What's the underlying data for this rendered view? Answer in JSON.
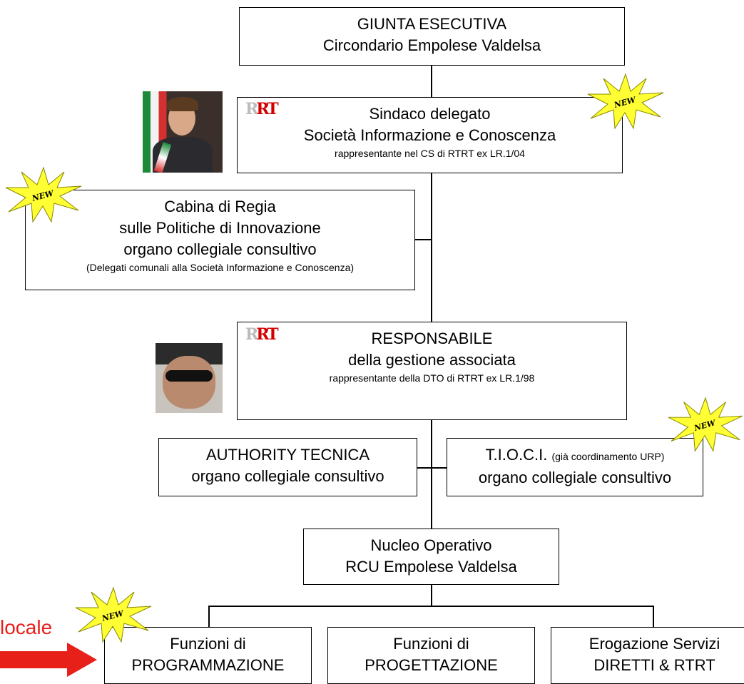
{
  "colors": {
    "line": "#000000",
    "star_fill": "#ffff33",
    "star_stroke": "#888800",
    "arrow": "#e8201a",
    "logo_red": "#d40000",
    "logo_gray": "#bbbbbb"
  },
  "badges": {
    "new_label": "NEW"
  },
  "logo": {
    "text_gray": "R",
    "text_red": "RT"
  },
  "nodes": {
    "giunta": {
      "line1": "GIUNTA ESECUTIVA",
      "line2": "Circondario Empolese Valdelsa"
    },
    "sindaco": {
      "line1": "Sindaco delegato",
      "line2": "Società Informazione e Conoscenza",
      "line3": "rappresentante nel CS di RTRT ex LR.1/04"
    },
    "cabina": {
      "line1": "Cabina di Regia",
      "line2": "sulle Politiche di Innovazione",
      "line3": "organo collegiale consultivo",
      "line4": "(Delegati comunali alla Società Informazione e Conoscenza)"
    },
    "responsabile": {
      "line1": "RESPONSABILE",
      "line2": "della gestione associata",
      "line3": "rappresentante della DTO di RTRT ex LR.1/98"
    },
    "authority": {
      "line1": "AUTHORITY TECNICA",
      "line2": "organo collegiale consultivo"
    },
    "tioci": {
      "line1_main": "T.I.O.C.I.",
      "line1_note": "(già coordinamento URP)",
      "line2": "organo collegiale consultivo"
    },
    "nucleo": {
      "line1": "Nucleo Operativo",
      "line2": "RCU Empolese Valdelsa"
    },
    "programmazione": {
      "line1": "Funzioni di",
      "line2": "PROGRAMMAZIONE"
    },
    "progettazione": {
      "line1": "Funzioni di",
      "line2": "PROGETTAZIONE"
    },
    "erogazione": {
      "line1": "Erogazione Servizi",
      "line2": "DIRETTI & RTRT"
    }
  },
  "side_label": {
    "text": "locale"
  }
}
